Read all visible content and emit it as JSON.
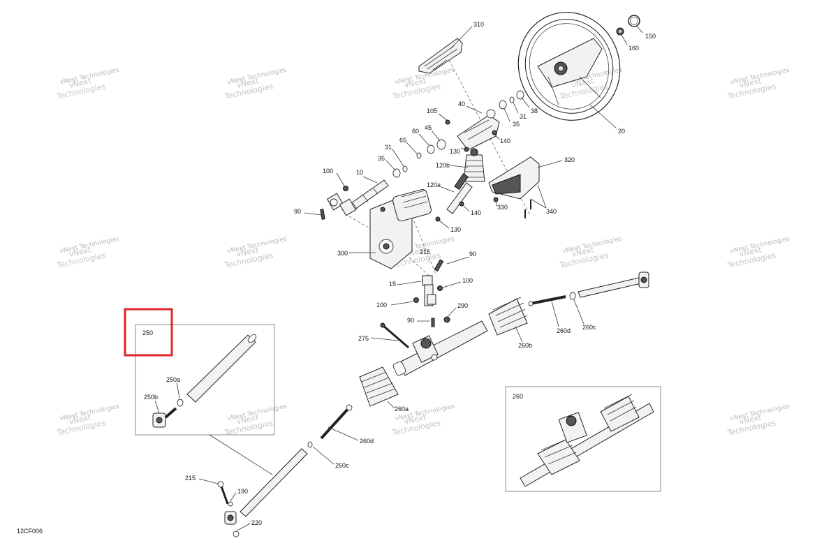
{
  "diagram_code": "12CF006",
  "watermark": {
    "line1": "vNext",
    "line2": "Technologies",
    "text": "vNext Technologies"
  },
  "callouts": {
    "c310": "310",
    "c150": "150",
    "c160": "160",
    "c20": "20",
    "c38": "38",
    "c31a": "31",
    "c35a": "35",
    "c40": "40",
    "c105": "105",
    "c60": "60",
    "c45": "45",
    "c65": "65",
    "c31b": "31",
    "c130a": "130",
    "c140a": "140",
    "c35b": "35",
    "c120b": "120b",
    "c320": "320",
    "c100a": "100",
    "c10": "10",
    "c120a": "120a",
    "c90a": "90",
    "c140b": "140",
    "c330": "330",
    "c340": "340",
    "c130b": "130",
    "c300": "300",
    "c215a": "215",
    "c90b": "90",
    "c15": "15",
    "c100b": "100",
    "c100c": "100",
    "c290": "290",
    "c90c": "90",
    "c275": "275",
    "c260d_a": "260d",
    "c260c_a": "260c",
    "c260b": "260b",
    "c250": "250",
    "c250a": "250a",
    "c250b": "250b",
    "c260a": "260a",
    "c260d_b": "260d",
    "c260c_b": "260c",
    "c260": "260",
    "c215b": "215",
    "c190": "190",
    "c220": "220"
  },
  "colors": {
    "highlight": "#e0242b",
    "line": "#333333",
    "watermark": "#b8b8b8"
  }
}
